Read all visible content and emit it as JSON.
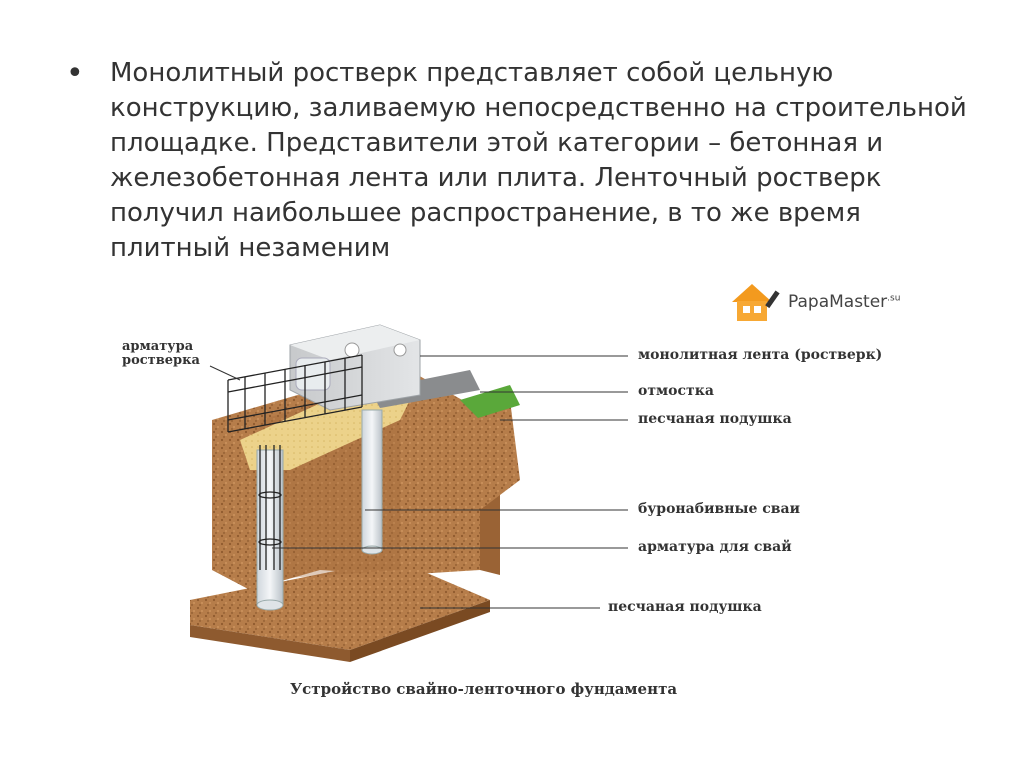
{
  "slide": {
    "bullet_char": "•",
    "paragraph": "Монолитный ростверк представляет собой цельную конструкцию, заливаемую непосредственно на строительной площадке. Представители этой категории – бетонная и железобетонная лента или плита. Ленточный ростверк получил наибольшее распространение, в то же время плитный незаменим"
  },
  "logo": {
    "name": "PapaMaster",
    "suffix": ".su"
  },
  "diagram": {
    "label_rebar_grillage": "арматура\nростверка",
    "label_monolithic_strip": "монолитная лента (ростверк)",
    "label_blind_area": "отмостка",
    "label_sand_cushion_top": "песчаная подушка",
    "label_bored_piles": "буронабивные сваи",
    "label_pile_rebar": "арматура для свай",
    "label_sand_cushion_bottom": "песчаная подушка",
    "caption": "Устройство свайно-ленточного фундамента"
  }
}
